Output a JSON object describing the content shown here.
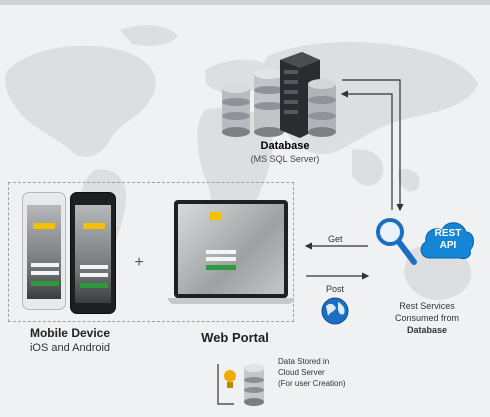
{
  "database": {
    "title": "Database",
    "subtitle": "(MS SQL Server)"
  },
  "mobile": {
    "title": "Mobile Device",
    "subtitle": "iOS and Android"
  },
  "web": {
    "title": "Web Portal"
  },
  "connector": {
    "plus": "+"
  },
  "arrows": {
    "get": "Get",
    "post": "Post"
  },
  "rest": {
    "badge_line1": "REST",
    "badge_line2": "API",
    "line1": "Rest Services",
    "line2": "Consumed from",
    "line3": "Database"
  },
  "cloud_note": {
    "line1": "Data Stored in",
    "line2": "Cloud Server",
    "line3": "(For user Creation)"
  },
  "colors": {
    "accent_blue": "#1a6fc2",
    "cloud_blue": "#1585d6",
    "button_green": "#2f9a3d",
    "map_gray": "#dcdee0",
    "server_dark": "#2a2d30"
  },
  "icons": {
    "database": "database-stack-icon",
    "server": "server-rack-icon",
    "search": "magnifier-icon",
    "cloud": "cloud-api-icon",
    "globe": "globe-icon",
    "bulb": "lightbulb-icon",
    "cloud_db": "cloud-database-icon"
  }
}
